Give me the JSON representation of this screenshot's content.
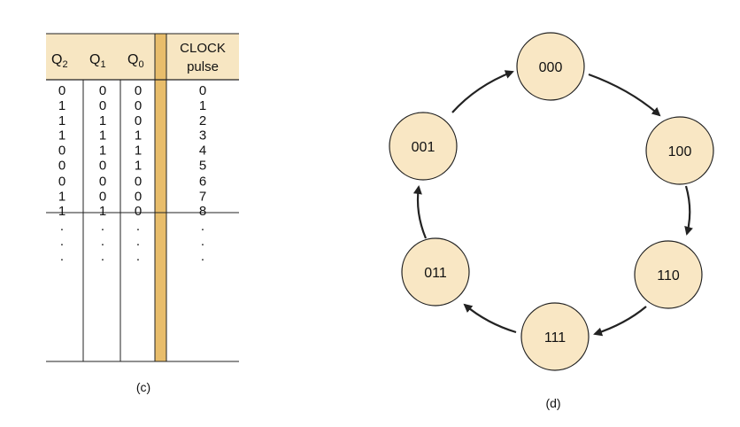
{
  "colors": {
    "header_fill": "#f7e6c2",
    "separator_fill": "#e8bd6b",
    "node_fill": "#f9e7c4",
    "line": "#222222"
  },
  "table": {
    "columns": [
      {
        "base": "Q",
        "sub": "2"
      },
      {
        "base": "Q",
        "sub": "1"
      },
      {
        "base": "Q",
        "sub": "0"
      }
    ],
    "clock_header": [
      "CLOCK",
      "pulse"
    ],
    "rows": [
      [
        "0",
        "0",
        "0",
        "0"
      ],
      [
        "1",
        "0",
        "0",
        "1"
      ],
      [
        "1",
        "1",
        "0",
        "2"
      ],
      [
        "1",
        "1",
        "1",
        "3"
      ],
      [
        "0",
        "1",
        "1",
        "4"
      ],
      [
        "0",
        "0",
        "1",
        "5"
      ],
      [
        "0",
        "0",
        "0",
        "6"
      ],
      [
        "1",
        "0",
        "0",
        "7"
      ],
      [
        "1",
        "1",
        "0",
        "8"
      ],
      [
        ".",
        ".",
        ".",
        "."
      ],
      [
        ".",
        ".",
        ".",
        "."
      ],
      [
        ".",
        ".",
        ".",
        "."
      ]
    ],
    "caption": "(c)"
  },
  "diagram": {
    "states": [
      "000",
      "100",
      "110",
      "111",
      "011",
      "001"
    ],
    "caption": "(d)"
  }
}
